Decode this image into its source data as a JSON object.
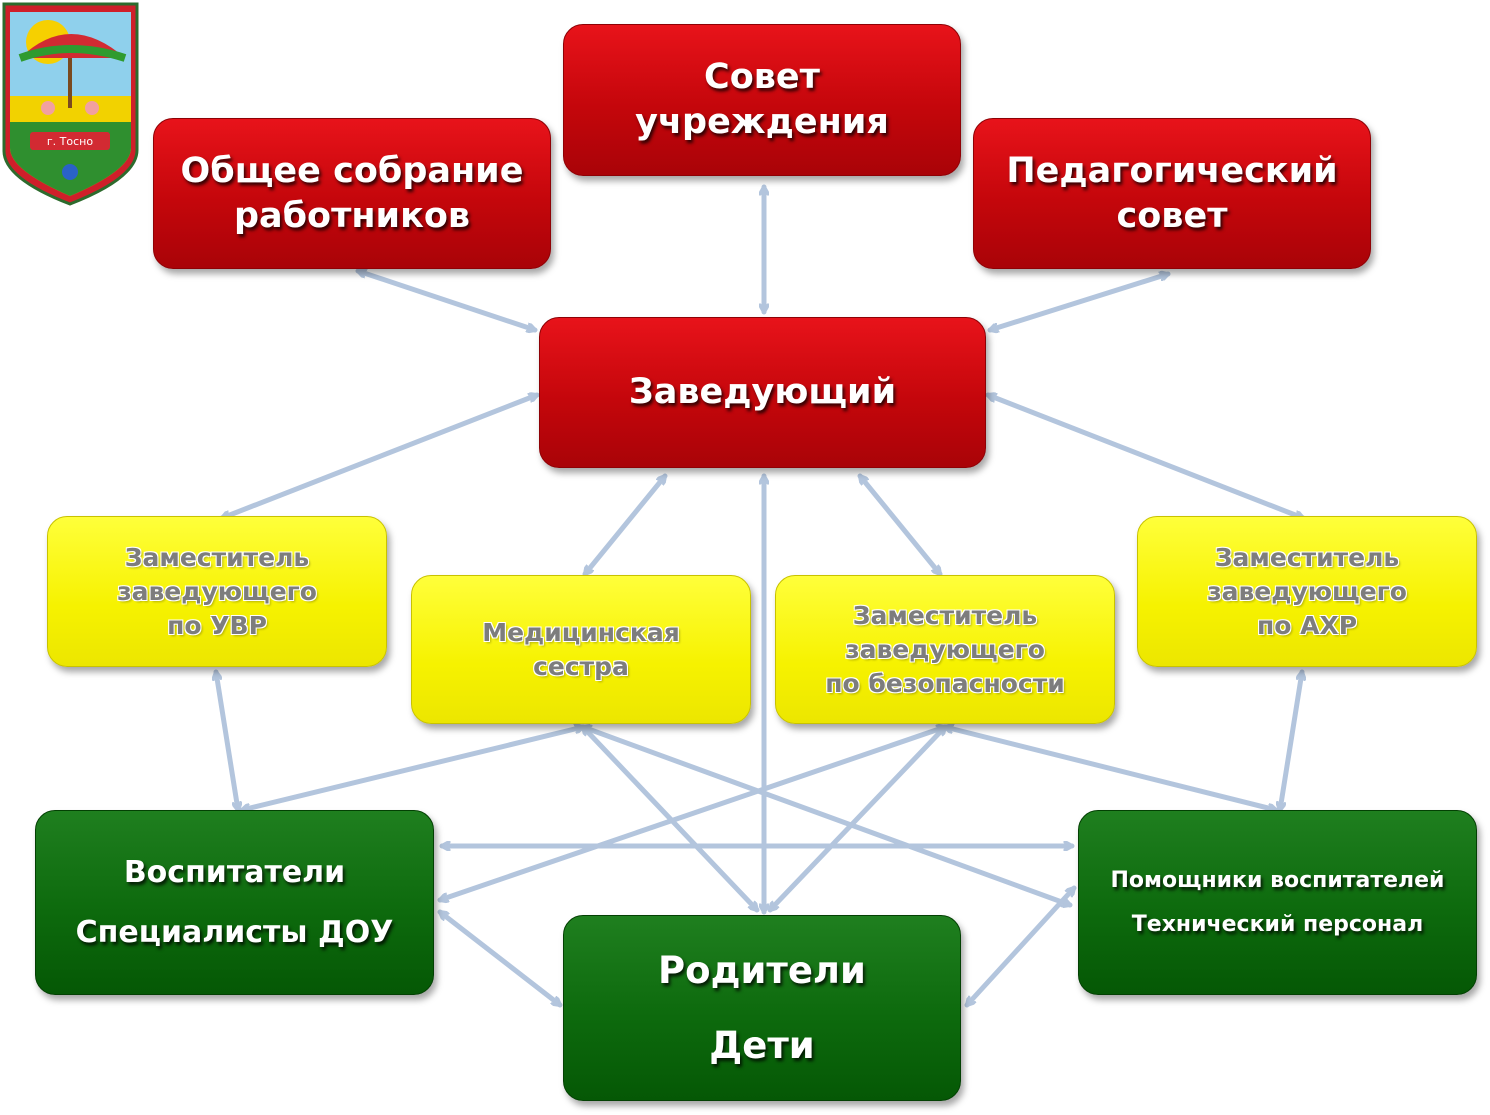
{
  "nodes": {
    "council": {
      "lines": [
        "Совет",
        "учреждения"
      ]
    },
    "general_meeting": {
      "lines": [
        "Общее собрание",
        "работников"
      ]
    },
    "ped_council": {
      "lines": [
        "Педагогический",
        "совет"
      ]
    },
    "head": {
      "lines": [
        "Заведующий"
      ]
    },
    "dep_uvr": {
      "lines": [
        "Заместитель",
        "заведующего",
        "по УВР"
      ]
    },
    "nurse": {
      "lines": [
        "Медицинская",
        "сестра"
      ]
    },
    "dep_safety": {
      "lines": [
        "Заместитель",
        "заведующего",
        "по безопасности"
      ]
    },
    "dep_ahr": {
      "lines": [
        "Заместитель",
        "заведующего",
        "по АХР"
      ]
    },
    "teachers": {
      "lines": [
        "Воспитатели",
        "Специалисты ДОУ"
      ]
    },
    "parents": {
      "lines": [
        "Родители",
        "Дети"
      ]
    },
    "assistants": {
      "lines": [
        "Помощники воспитателей",
        "Технический персонал"
      ]
    }
  },
  "logo": {
    "caption": "г. Тосно"
  },
  "colors": {
    "red": "#c4060b",
    "yellow": "#f6f200",
    "green": "#0d6a0d",
    "arrow": "#b3c5dd"
  }
}
